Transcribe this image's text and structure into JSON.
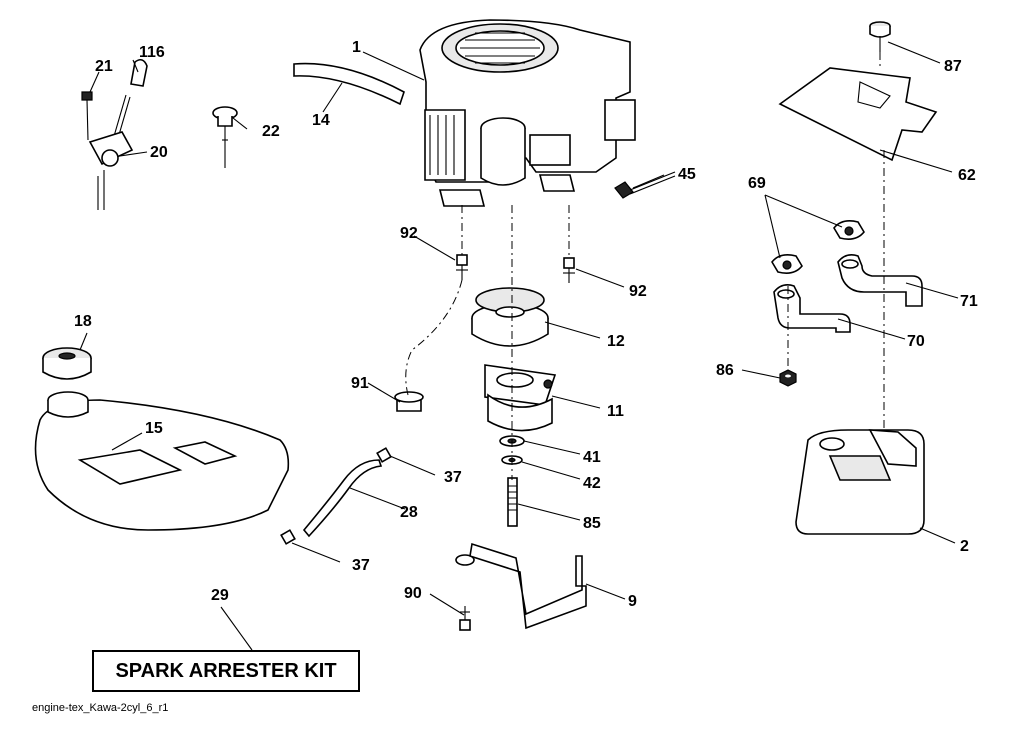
{
  "labels": {
    "p1": "1",
    "p2": "2",
    "p9": "9",
    "p11": "11",
    "p12": "12",
    "p14": "14",
    "p15": "15",
    "p18": "18",
    "p20": "20",
    "p21": "21",
    "p22": "22",
    "p28": "28",
    "p29": "29",
    "p37a": "37",
    "p37b": "37",
    "p41": "41",
    "p42": "42",
    "p45": "45",
    "p62": "62",
    "p69": "69",
    "p70": "70",
    "p71": "71",
    "p85": "85",
    "p86": "86",
    "p87": "87",
    "p90": "90",
    "p91": "91",
    "p92a": "92",
    "p92b": "92",
    "p116": "116"
  },
  "kit_label": "SPARK ARRESTER KIT",
  "footer": "engine-tex_Kawa-2cyl_6_r1"
}
